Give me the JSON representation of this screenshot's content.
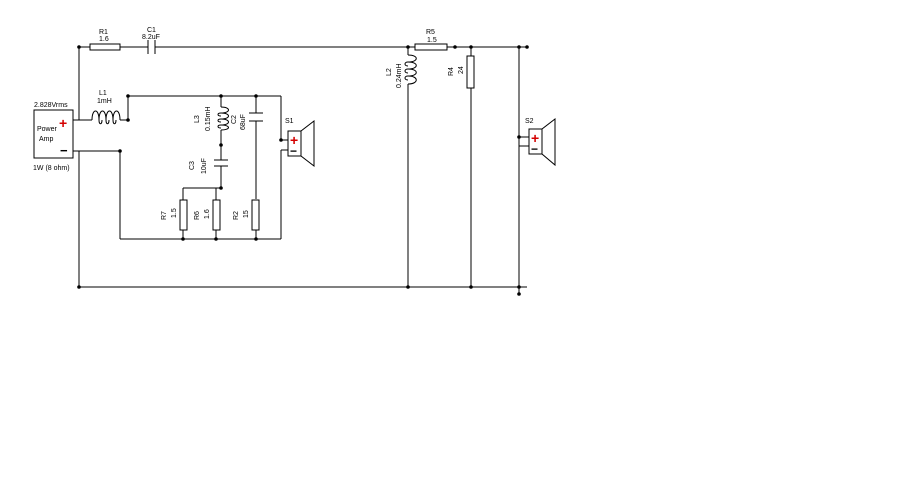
{
  "amplifier": {
    "voltage": "2.828Vrms",
    "name_line1": "Power",
    "name_line2": "Amp",
    "power": "1W (8 ohm)",
    "plus": "+",
    "minus": "−"
  },
  "components": {
    "R1": {
      "ref": "R1",
      "value": "1.6"
    },
    "C1": {
      "ref": "C1",
      "value": "8.2uF"
    },
    "L1": {
      "ref": "L1",
      "value": "1mH"
    },
    "L3": {
      "ref": "L3",
      "value": "0.15mH"
    },
    "C2": {
      "ref": "C2",
      "value": "68uF"
    },
    "C3": {
      "ref": "C3",
      "value": "10uF"
    },
    "R7": {
      "ref": "R7",
      "value": "1.5"
    },
    "R6": {
      "ref": "R6",
      "value": "1.6"
    },
    "R2": {
      "ref": "R2",
      "value": "15"
    },
    "R5": {
      "ref": "R5",
      "value": "1.5"
    },
    "L2": {
      "ref": "L2",
      "value": "0.24mH"
    },
    "R4": {
      "ref": "R4",
      "value": "24"
    }
  },
  "speakers": {
    "S1": {
      "ref": "S1",
      "plus": "+",
      "minus": "−"
    },
    "S2": {
      "ref": "S2",
      "plus": "+",
      "minus": "−"
    }
  },
  "colors": {
    "line": "#000000",
    "plus": "#d40000",
    "background": "#ffffff"
  }
}
